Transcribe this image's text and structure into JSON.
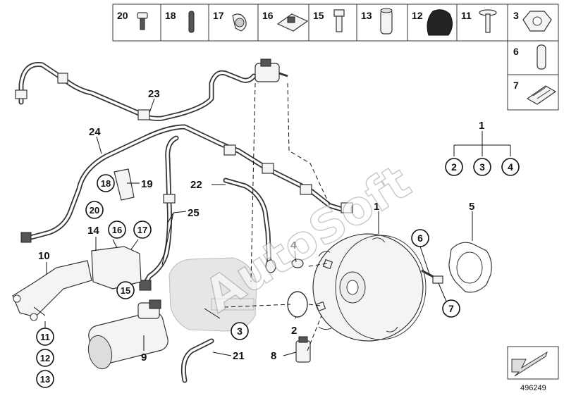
{
  "diagram": {
    "legend": {
      "row": [
        "20",
        "18",
        "17",
        "16",
        "15",
        "13",
        "12",
        "11",
        "3"
      ],
      "column": [
        "6",
        "7"
      ]
    },
    "callouts": {
      "c1": "1",
      "c2": "2",
      "c3": "3",
      "c4": "4",
      "c5": "5",
      "c6": "6",
      "c7": "7",
      "c23": "23",
      "c24": "24",
      "c19": "19",
      "c22": "22",
      "c25": "25",
      "c14": "14",
      "c10": "10",
      "c9": "9",
      "c21": "21",
      "c8": "8",
      "c4b": "4",
      "c2b": "2",
      "c1b": "1",
      "c5b": "5",
      "c6b": "6",
      "c7b": "7",
      "c3b": "3"
    },
    "circled": {
      "k18": "18",
      "k20": "20",
      "k16": "16",
      "k17": "17",
      "k15": "15",
      "k11": "11",
      "k12": "12",
      "k13": "13"
    },
    "watermark": "AutoSoft",
    "image_number": "496249"
  }
}
